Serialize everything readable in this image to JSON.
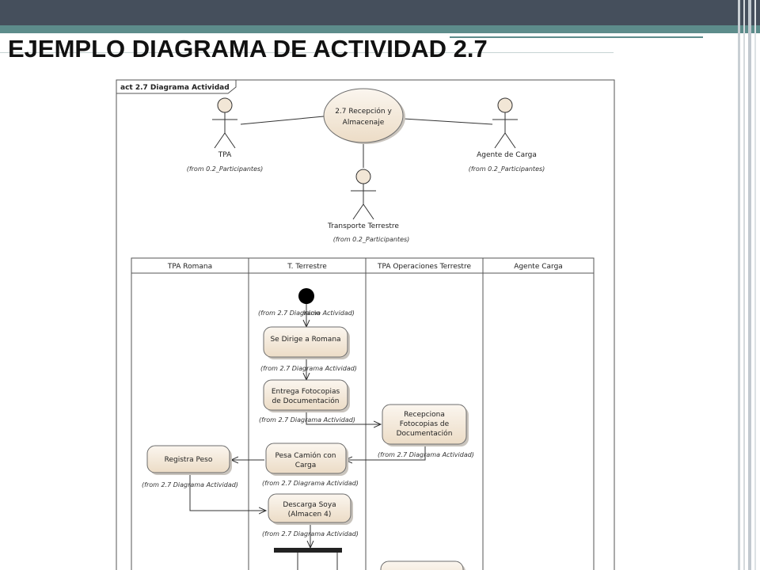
{
  "slide": {
    "title": "EJEMPLO DIAGRAMA DE ACTIVIDAD 2.7"
  },
  "frame": {
    "label": "act 2.7 Diagrama Actividad"
  },
  "use_case": {
    "line1": "2.7 Recepción y",
    "line2": "Almacenaje"
  },
  "actors": {
    "tpa": {
      "name": "TPA",
      "from": "(from 0.2_Participantes)"
    },
    "agente": {
      "name": "Agente de Carga",
      "from": "(from 0.2_Participantes)"
    },
    "transporte": {
      "name": "Transporte Terrestre",
      "from": "(from 0.2_Participantes)"
    }
  },
  "lanes": [
    "TPA Romana",
    "T. Terrestre",
    "TPA Operaciones Terrestre",
    "Agente Carga"
  ],
  "initial": {
    "label": "Inicio",
    "from": "(from 2.7 Diagrama Actividad)"
  },
  "activities": {
    "se_dirige": {
      "line1": "Se Dirige a Romana",
      "from": "(from 2.7 Diagrama Actividad)"
    },
    "entrega": {
      "line1": "Entrega Fotocopias",
      "line2": "de Documentación",
      "from": "(from 2.7 Diagrama Actividad)"
    },
    "recepciona": {
      "line1": "Recepciona",
      "line2": "Fotocopias de",
      "line3": "Documentación",
      "from": "(from 2.7 Diagrama Actividad)"
    },
    "pesa": {
      "line1": "Pesa Camión con",
      "line2": "Carga",
      "from": "(from 2.7 Diagrama Actividad)"
    },
    "registra": {
      "line1": "Registra Peso",
      "from": "(from 2.7 Diagrama Actividad)"
    },
    "descarga": {
      "line1": "Descarga Soya",
      "line2": "(Almacen 4)",
      "from": "(from 2.7 Diagrama Actividad)"
    }
  },
  "colors": {
    "topbar": "#454f5c",
    "accent": "#5d8c8b",
    "node_fill": "#f2e6d6",
    "node_stroke": "#6d6d6d"
  }
}
